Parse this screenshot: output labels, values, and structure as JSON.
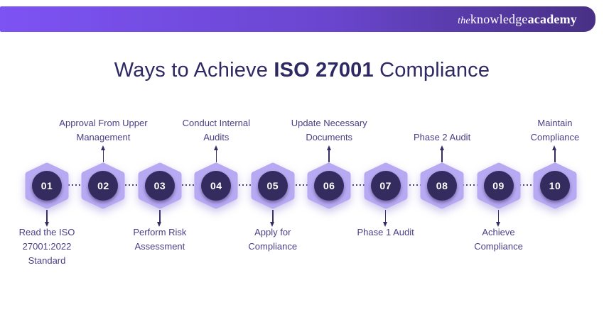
{
  "brand": {
    "logo_the": "the",
    "logo_knowledge": "knowledge",
    "logo_academy": "academy"
  },
  "title": {
    "prefix": "Ways to Achieve ",
    "highlight": "ISO 27001",
    "suffix": " Compliance"
  },
  "colors": {
    "banner_gradient_start": "#7d53f4",
    "banner_gradient_end": "#483085",
    "hexagon_fill": "#b7a9f2",
    "number_circle": "#342c5e",
    "number_text": "#ffffff",
    "title_text": "#2e2963",
    "label_text": "#4b3e86",
    "connector_dots": "#4e4270",
    "background": "#ffffff"
  },
  "steps": [
    {
      "number": "01",
      "label": "Read the ISO\n27001:2022\nStandard",
      "label_position": "bottom"
    },
    {
      "number": "02",
      "label": "Approval From Upper\nManagement",
      "label_position": "top"
    },
    {
      "number": "03",
      "label": "Perform Risk\nAssessment",
      "label_position": "bottom"
    },
    {
      "number": "04",
      "label": "Conduct Internal\nAudits",
      "label_position": "top"
    },
    {
      "number": "05",
      "label": "Apply for\nCompliance",
      "label_position": "bottom"
    },
    {
      "number": "06",
      "label": "Update Necessary\nDocuments",
      "label_position": "top"
    },
    {
      "number": "07",
      "label": "Phase 1 Audit",
      "label_position": "bottom"
    },
    {
      "number": "08",
      "label": "Phase 2 Audit",
      "label_position": "top"
    },
    {
      "number": "09",
      "label": "Achieve\nCompliance",
      "label_position": "bottom"
    },
    {
      "number": "10",
      "label": "Maintain\nCompliance",
      "label_position": "top"
    }
  ]
}
